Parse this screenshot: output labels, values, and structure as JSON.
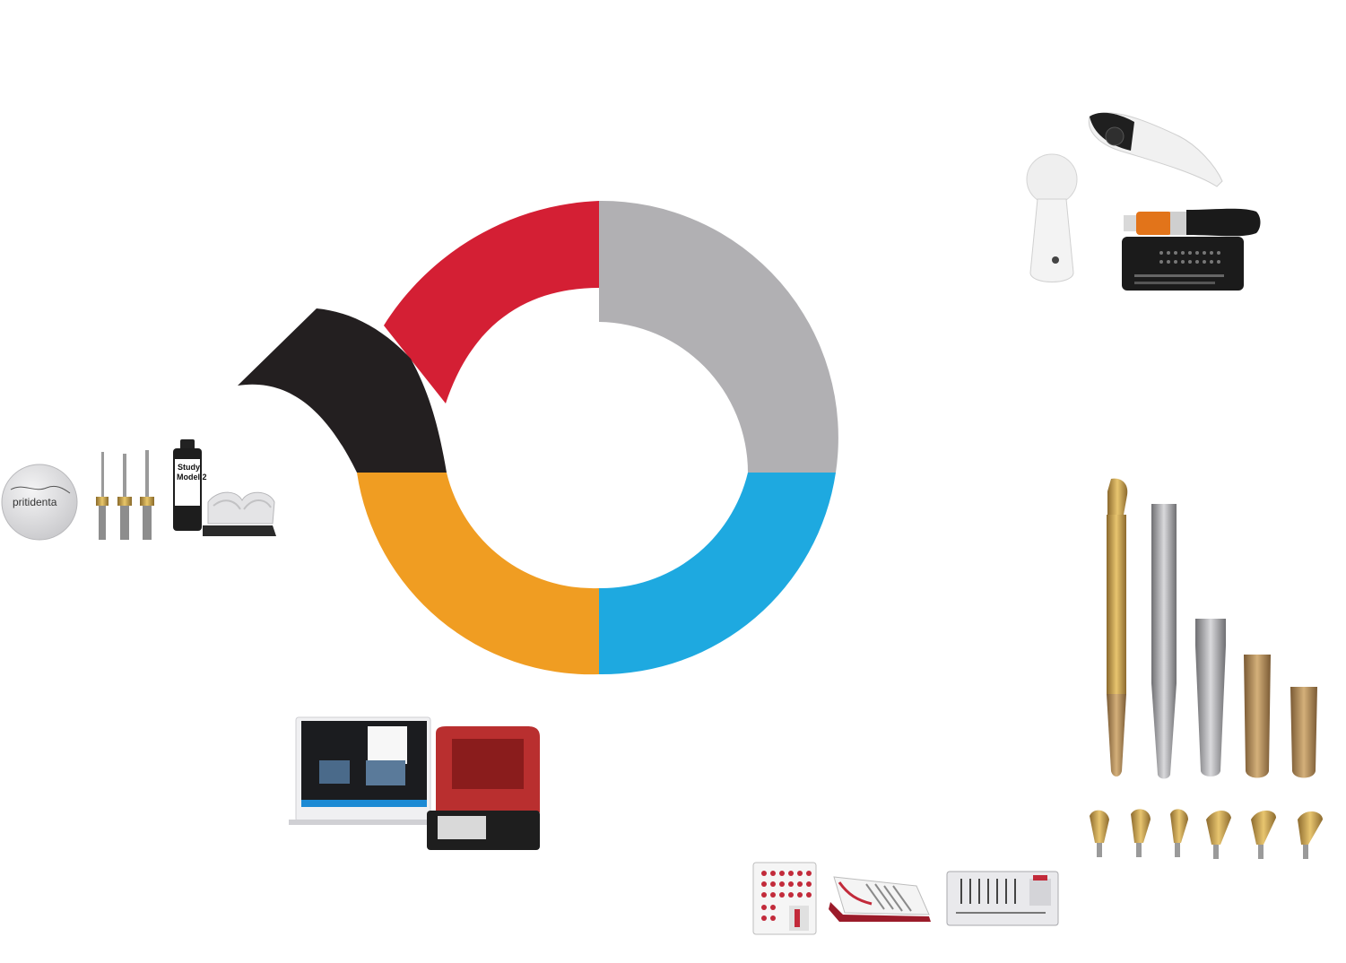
{
  "segments": [
    {
      "name": "top-right",
      "color": "#B1B0B3"
    },
    {
      "name": "bottom-right",
      "color": "#1EA9E0"
    },
    {
      "name": "bottom-left",
      "color": "#F09D22"
    },
    {
      "name": "left",
      "color": "#231F20"
    },
    {
      "name": "top-left",
      "color": "#D41F34"
    }
  ],
  "materials": {
    "disc_brand": "pritidenta",
    "bottle_label_line1": "Study",
    "bottle_label_line2": "Model 2"
  }
}
